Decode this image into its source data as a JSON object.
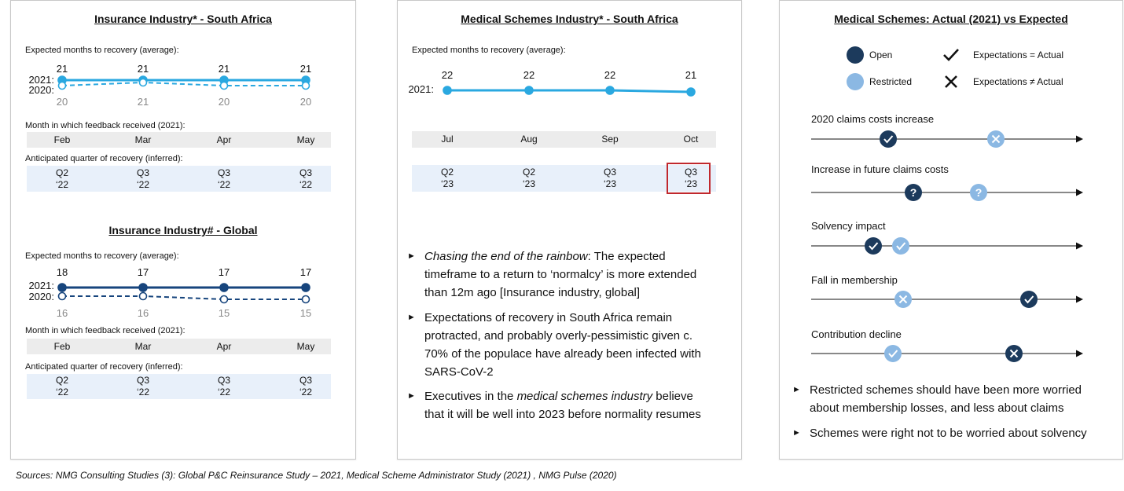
{
  "colors": {
    "dark_blue": "#1c3a5c",
    "line_blue": "#2aa8e0",
    "line_dark": "#17457d",
    "light_blue": "#8bb8e3",
    "band_grey": "#ececec",
    "band_blue": "#e8f0fa",
    "highlight_red": "#c0282d"
  },
  "panel1": {
    "title": "Insurance Industry* - South Africa",
    "months_label": "Expected months to recovery (average):",
    "label_2021": "2021:",
    "label_2020": "2020:",
    "feedback_label": "Month in which feedback received (2021):",
    "quarter_label": "Anticipated quarter of recovery (inferred):",
    "months": [
      "Feb",
      "Mar",
      "Apr",
      "May"
    ],
    "quarters": [
      {
        "q": "Q2",
        "y": "‘22"
      },
      {
        "q": "Q3",
        "y": "‘22"
      },
      {
        "q": "Q3",
        "y": "‘22"
      },
      {
        "q": "Q3",
        "y": "‘22"
      }
    ]
  },
  "panel1b": {
    "title": "Insurance Industry# - Global",
    "months_label": "Expected months to recovery (average):",
    "label_2021": "2021:",
    "label_2020": "2020:",
    "feedback_label": "Month in which feedback received (2021):",
    "quarter_label": "Anticipated quarter of recovery (inferred):",
    "months": [
      "Feb",
      "Mar",
      "Apr",
      "May"
    ],
    "quarters": [
      {
        "q": "Q2",
        "y": "‘22"
      },
      {
        "q": "Q3",
        "y": "‘22"
      },
      {
        "q": "Q3",
        "y": "‘22"
      },
      {
        "q": "Q3",
        "y": "‘22"
      }
    ]
  },
  "panel2": {
    "title": "Medical Schemes Industry* - South Africa",
    "months_label": "Expected months to recovery (average):",
    "label_2021": "2021:",
    "months": [
      "Jul",
      "Aug",
      "Sep",
      "Oct"
    ],
    "quarters": [
      {
        "q": "Q2",
        "y": "‘23"
      },
      {
        "q": "Q2",
        "y": "‘23"
      },
      {
        "q": "Q3",
        "y": "‘23"
      },
      {
        "q": "Q3",
        "y": "‘23"
      }
    ],
    "bullets": [
      {
        "parts": [
          {
            "t": "Chasing the end of the rainbow",
            "i": true
          },
          {
            "t": ": The expected",
            "i": false
          }
        ],
        "lines": [
          "timeframe to a return to ‘normalcy’ is more extended",
          "than 12m ago [Insurance industry, global]"
        ]
      },
      {
        "parts": [
          {
            "t": "Expectations of recovery in South Africa remain",
            "i": false
          }
        ],
        "lines": [
          "protracted, and probably overly-pessimistic given c.",
          "70% of the populace have already been infected with",
          "SARS-CoV-2"
        ]
      },
      {
        "parts": [
          {
            "t": "Executives in the ",
            "i": false
          },
          {
            "t": "medical schemes industry",
            "i": true
          },
          {
            "t": " believe",
            "i": false
          }
        ],
        "lines": [
          "that it will be well into 2023 before normality resumes"
        ]
      }
    ]
  },
  "panel3": {
    "title": "Medical Schemes: Actual (2021) vs Expected",
    "legend": {
      "open": "Open",
      "restricted": "Restricted",
      "eq": "Expectations = Actual",
      "neq": "Expectations ≠ Actual"
    },
    "rows": [
      {
        "label": "2020 claims costs increase",
        "open": "check",
        "restricted": "cross"
      },
      {
        "label": "Increase in future claims costs",
        "open": "question",
        "restricted": "question"
      },
      {
        "label": "Solvency impact",
        "open": "check",
        "restricted": "check"
      },
      {
        "label": "Fall in membership",
        "open": "check",
        "restricted": "cross"
      },
      {
        "label": "Contribution decline",
        "open": "cross",
        "restricted": "check"
      }
    ],
    "bullets": [
      {
        "lines": [
          "Restricted schemes should have been more worried",
          "about membership losses, and less about claims"
        ]
      },
      {
        "lines": [
          "Schemes were right not to be worried about solvency"
        ]
      }
    ]
  },
  "source": "Sources: NMG Consulting Studies (3): Global P&C Reinsurance Study – 2021, Medical Scheme Administrator Study (2021) , NMG Pulse (2020)",
  "chart_data": [
    {
      "type": "line",
      "title": "Insurance Industry* - South Africa",
      "categories": [
        "Feb",
        "Mar",
        "Apr",
        "May"
      ],
      "series": [
        {
          "name": "2021",
          "values": [
            21,
            21,
            21,
            21
          ]
        },
        {
          "name": "2020",
          "values": [
            20,
            21,
            20,
            20
          ]
        }
      ]
    },
    {
      "type": "line",
      "title": "Insurance Industry# - Global",
      "categories": [
        "Feb",
        "Mar",
        "Apr",
        "May"
      ],
      "series": [
        {
          "name": "2021",
          "values": [
            18,
            17,
            17,
            17
          ]
        },
        {
          "name": "2020",
          "values": [
            16,
            16,
            15,
            15
          ]
        }
      ]
    },
    {
      "type": "line",
      "title": "Medical Schemes Industry* - South Africa",
      "categories": [
        "Jul",
        "Aug",
        "Sep",
        "Oct"
      ],
      "series": [
        {
          "name": "2021",
          "values": [
            22,
            22,
            22,
            21
          ]
        }
      ]
    }
  ]
}
